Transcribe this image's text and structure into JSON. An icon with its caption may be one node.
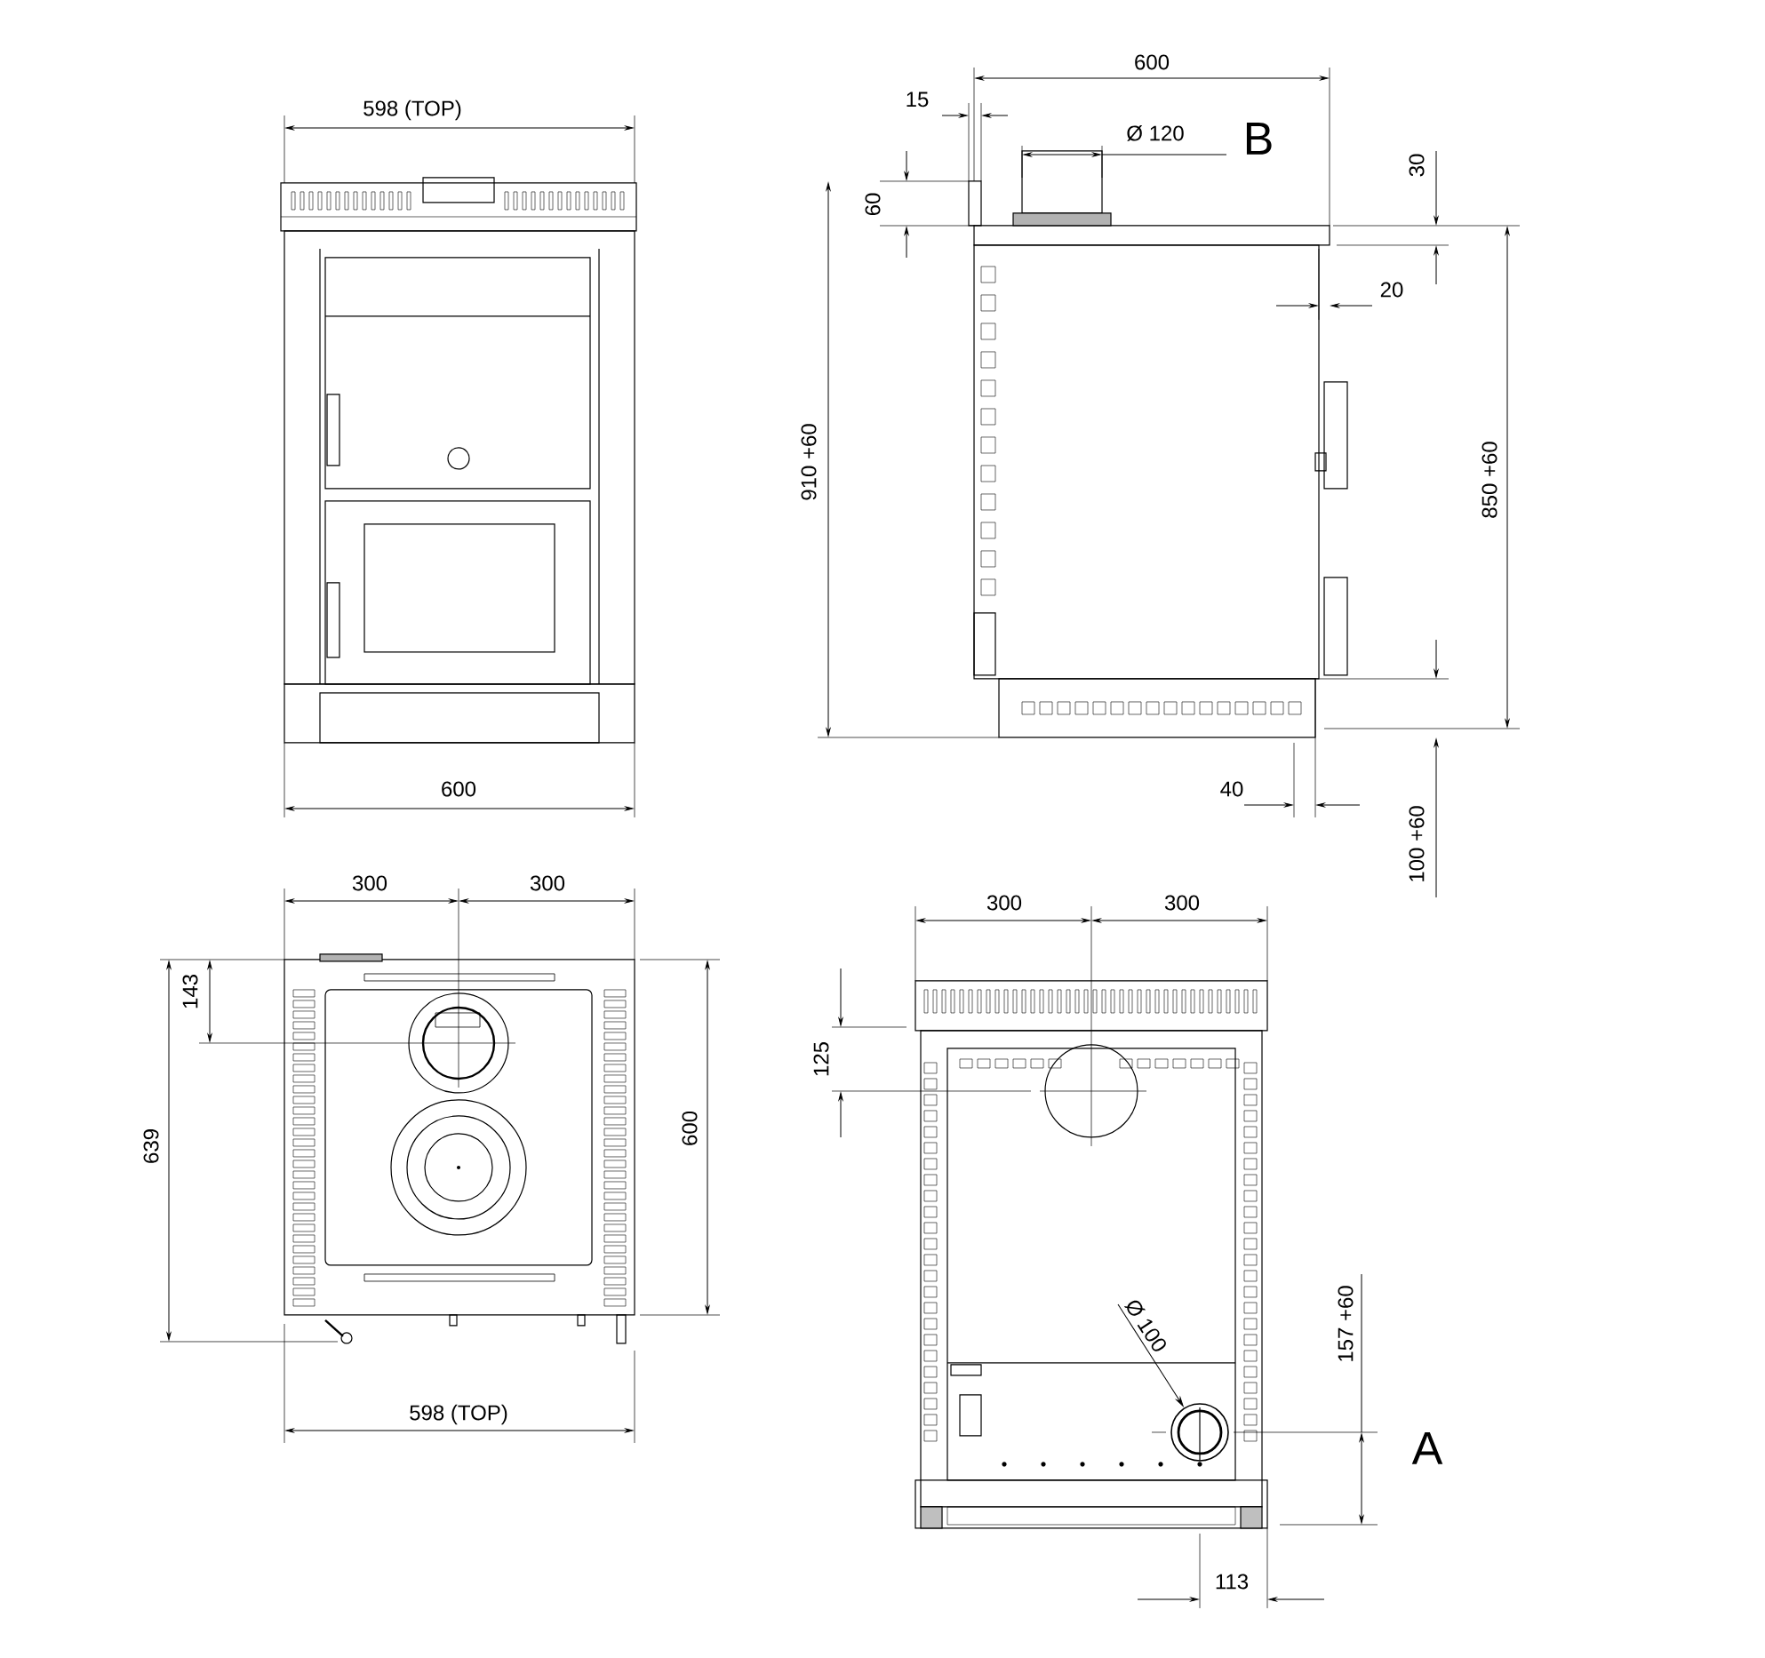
{
  "diagram": {
    "nodes": [
      {
        "text": [
          "Ø 100"
        ]
      },
      {
        "text": [],
        "shape": "circle"
      }
    ],
    "edges": [
      {
        "from": 0,
        "to": 1,
        "arrow": "to"
      }
    ],
    "labels": [
      "598 (TOP)",
      "600",
      "15",
      "600",
      "Ø 120",
      "B",
      "30",
      "60",
      "910 +60",
      "20",
      "850 +60",
      "40",
      "100 +60",
      "300",
      "300",
      "143",
      "639",
      "600",
      "598 (TOP)",
      "300",
      "300",
      "125",
      "157 +60",
      "A",
      "113"
    ]
  }
}
